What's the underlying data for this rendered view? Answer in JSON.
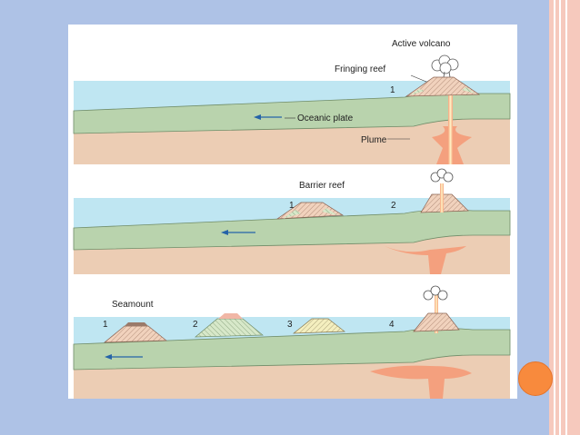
{
  "diagram": {
    "labels": {
      "active_volcano": "Active volcano",
      "fringing_reef": "Fringing reef",
      "oceanic_plate": "Oceanic plate",
      "plume": "Plume",
      "barrier_reef": "Barrier reef",
      "seamount": "Seamount"
    },
    "panel1_numbers": [
      "1"
    ],
    "panel2_numbers": [
      "1",
      "2"
    ],
    "panel3_numbers": [
      "1",
      "2",
      "3",
      "4"
    ]
  },
  "colors": {
    "slide_background": "#aec2e6",
    "border_accent": "#f6c9bd",
    "ocean": "#bfe6f2",
    "oceanic_plate": "#b9d3ad",
    "mantle": "#eccdb4",
    "plume": "#f4a07e",
    "bullet": "#f88a3d"
  }
}
